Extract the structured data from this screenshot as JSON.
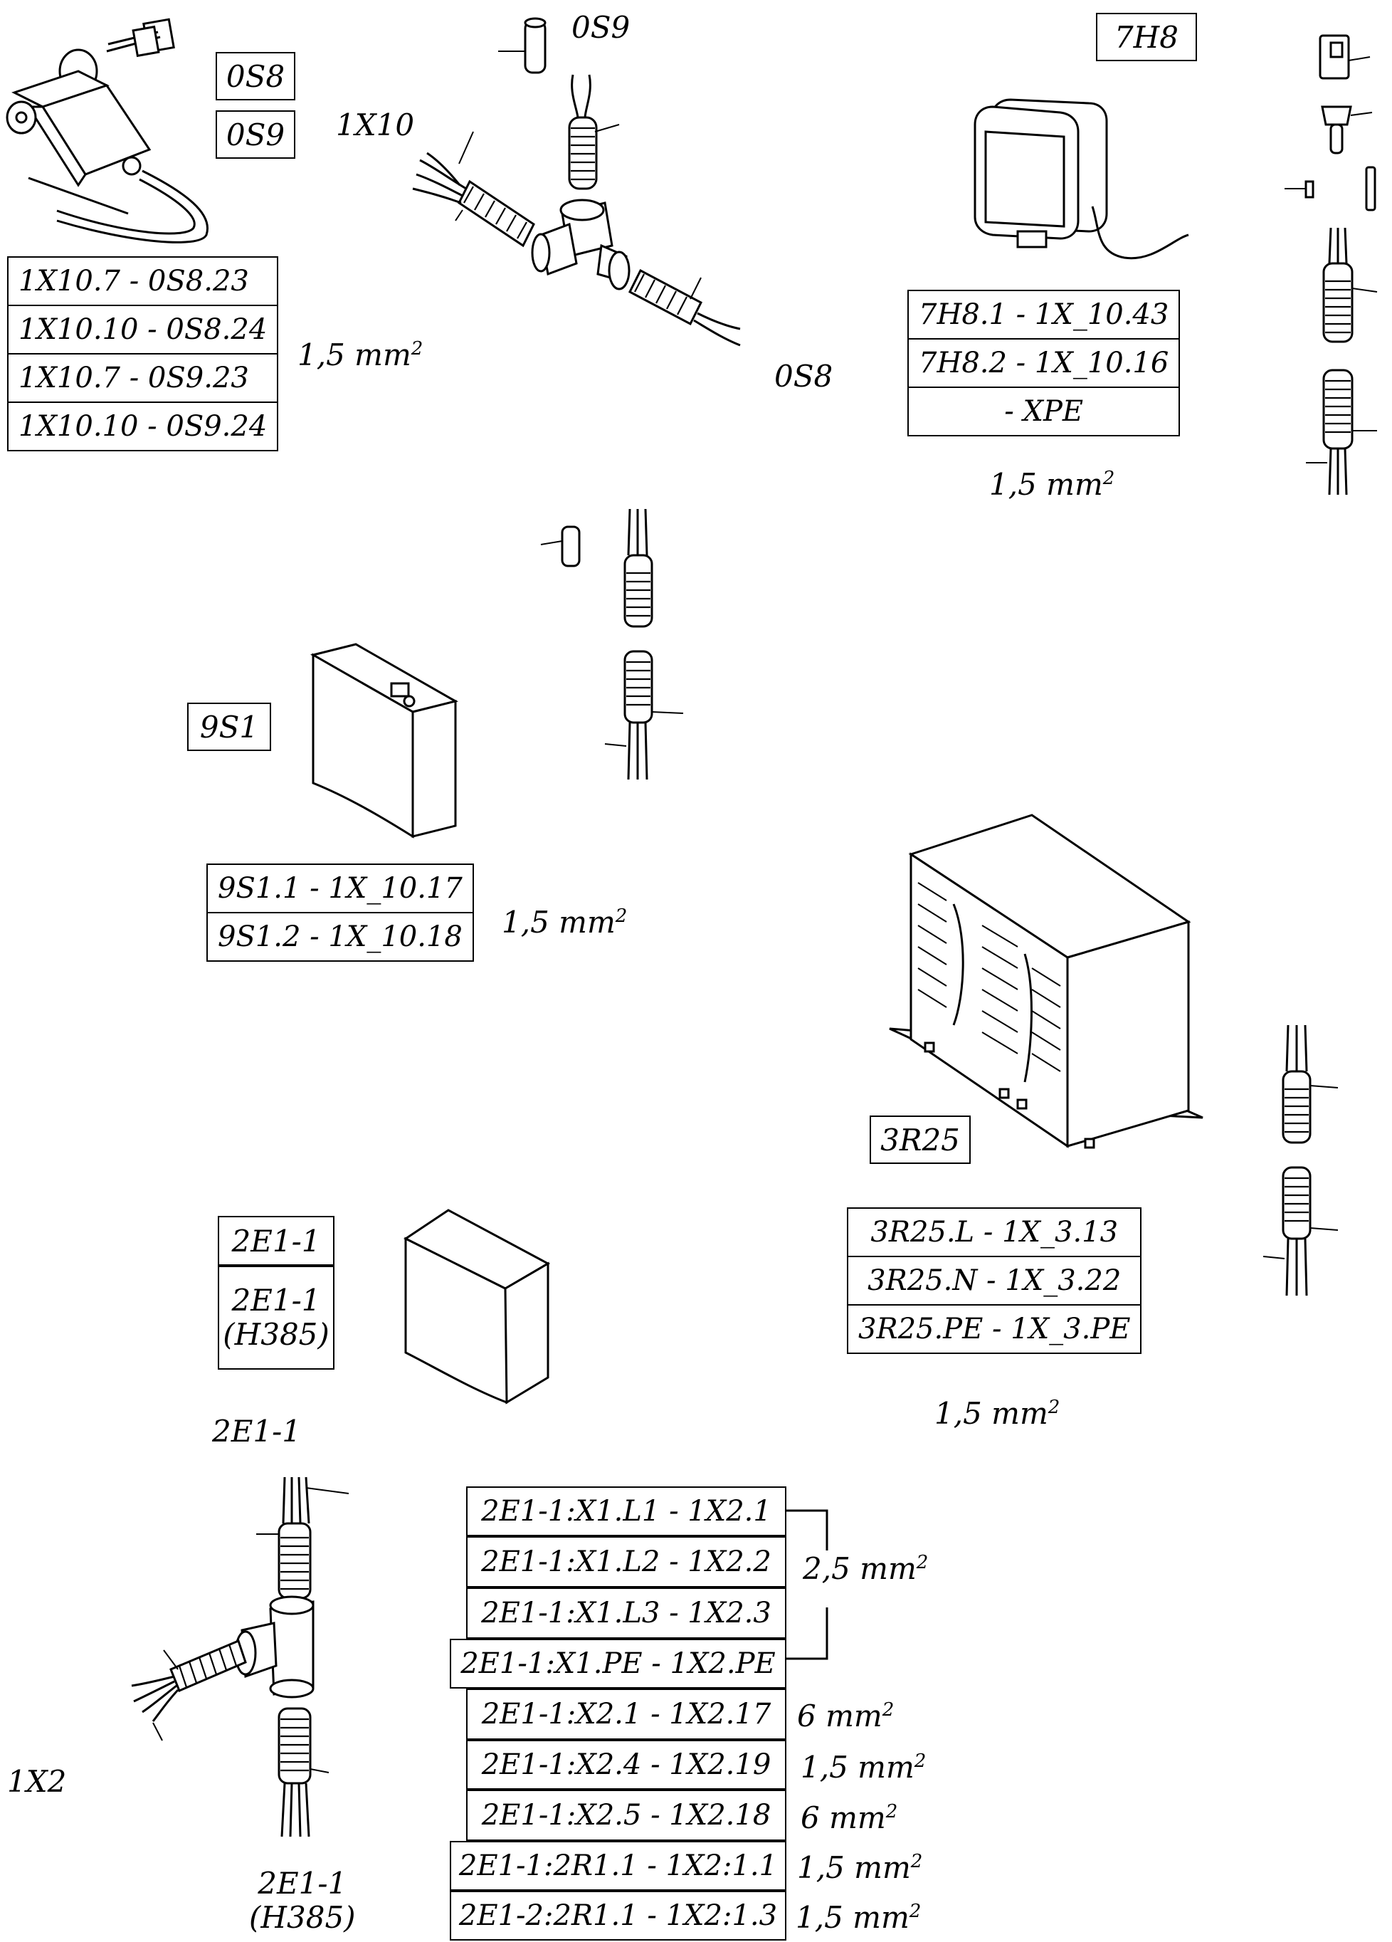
{
  "labels": {
    "os9_top": "0S9",
    "x10": "1X10",
    "os8_right": "0S8",
    "e1_top": "2E1-1",
    "x2": "1X2",
    "e1_bottom_line1": "2E1-1",
    "e1_bottom_line2": "(H385)"
  },
  "boxes": {
    "os8": "0S8",
    "os9": "0S9",
    "h8": "7H8",
    "s1": "9S1",
    "r25": "3R25",
    "e1_a": "2E1-1",
    "e1_b_line1": "2E1-1",
    "e1_b_line2": "(H385)"
  },
  "sizes": {
    "os_group": {
      "value": "1,5 mm",
      "exp": "2"
    },
    "h8_group": {
      "value": "1,5 mm",
      "exp": "2"
    },
    "s1_group": {
      "value": "1,5 mm",
      "exp": "2"
    },
    "r25_group": {
      "value": "1,5 mm",
      "exp": "2"
    },
    "e1_l_group": {
      "value": "2,5 mm",
      "exp": "2"
    },
    "e1_x21": {
      "value": "6 mm",
      "exp": "2"
    },
    "e1_x24": {
      "value": "1,5 mm",
      "exp": "2"
    },
    "e1_x25": {
      "value": "6 mm",
      "exp": "2"
    },
    "e1_2r1": {
      "value": "1,5 mm",
      "exp": "2"
    },
    "e2_2r1": {
      "value": "1,5 mm",
      "exp": "2"
    }
  },
  "tables": {
    "os_conn": [
      "1X10.7 - 0S8.23",
      "1X10.10 - 0S8.24",
      "1X10.7 - 0S9.23",
      "1X10.10 - 0S9.24"
    ],
    "h8_conn": [
      "7H8.1 - 1X_10.43",
      "7H8.2 - 1X_10.16",
      "- XPE"
    ],
    "s1_conn": [
      "9S1.1 - 1X_10.17",
      "9S1.2 - 1X_10.18"
    ],
    "r25_conn": [
      "3R25.L - 1X_3.13",
      "3R25.N - 1X_3.22",
      "3R25.PE - 1X_3.PE"
    ],
    "e1_conn": [
      "2E1-1:X1.L1 - 1X2.1",
      "2E1-1:X1.L2 - 1X2.2",
      "2E1-1:X1.L3 - 1X2.3",
      "2E1-1:X1.PE - 1X2.PE",
      "2E1-1:X2.1 - 1X2.17",
      "2E1-1:X2.4 - 1X2.19",
      "2E1-1:X2.5 - 1X2.18",
      "2E1-1:2R1.1 - 1X2:1.1",
      "2E1-2:2R1.1 - 1X2:1.3"
    ]
  }
}
